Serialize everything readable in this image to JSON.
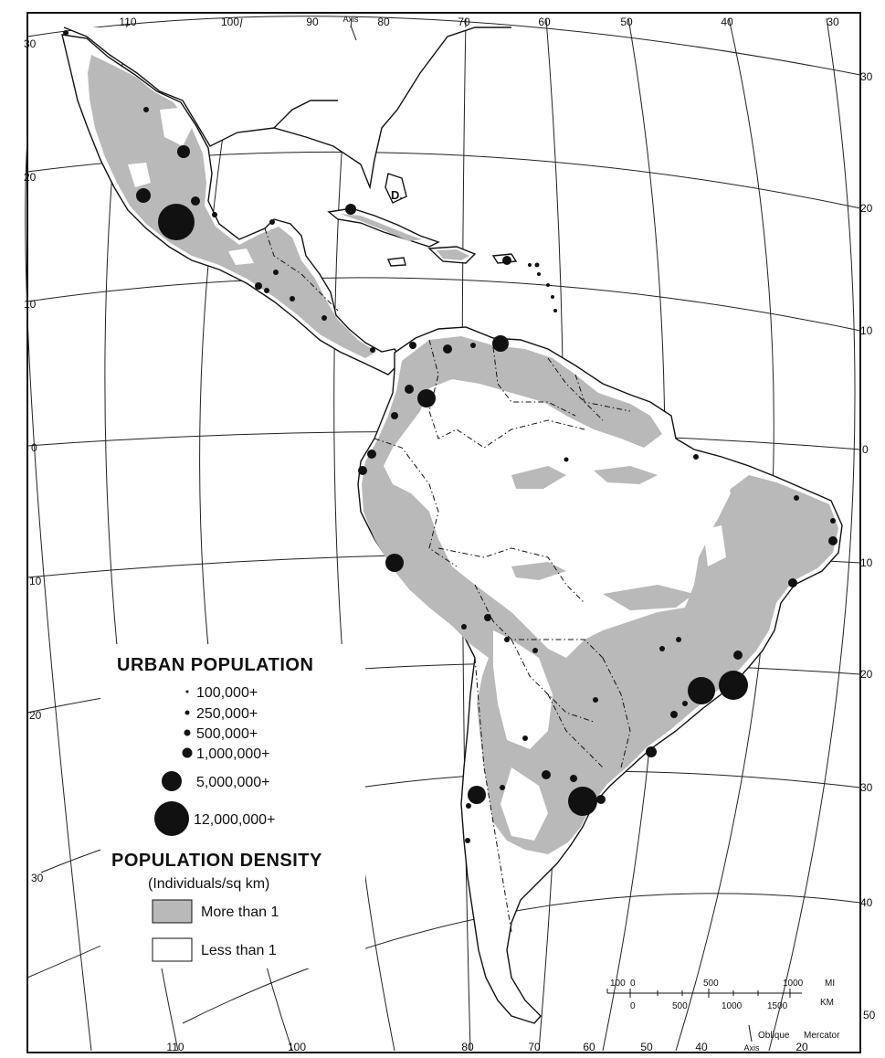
{
  "map": {
    "top_longitudes": [
      "110",
      "100",
      "90",
      "Axis",
      "80",
      "70",
      "60",
      "50",
      "40",
      "30"
    ],
    "bottom_longitudes": [
      "110",
      "100",
      "80",
      "70",
      "60",
      "50",
      "40",
      "Axis",
      "20"
    ],
    "left_latitudes": [
      "30",
      "20",
      "10",
      "0",
      "10",
      "20",
      "30"
    ],
    "right_latitudes": [
      "30",
      "20",
      "10",
      "0",
      "10",
      "20",
      "30",
      "40",
      "50"
    ],
    "projection_label": {
      "oblique": "Oblique",
      "mercator": "Mercator"
    },
    "island_label": "D."
  },
  "legend": {
    "urban_title": "URBAN POPULATION",
    "urban_items": [
      {
        "label": "100,000+"
      },
      {
        "label": "250,000+"
      },
      {
        "label": "500,000+"
      },
      {
        "label": "1,000,000+"
      },
      {
        "label": "5,000,000+"
      },
      {
        "label": "12,000,000+"
      }
    ],
    "density_title": "POPULATION DENSITY",
    "density_subtitle": "(Individuals/sq km)",
    "density_items": [
      {
        "label": "More than 1",
        "color": "#b9b9b9"
      },
      {
        "label": "Less than 1",
        "color": "#ffffff"
      }
    ]
  },
  "scale_bar": {
    "miles_label": "MI",
    "km_label": "KM",
    "miles_ticks": [
      "100",
      "0",
      "500",
      "1000"
    ],
    "km_ticks": [
      "0",
      "500",
      "1000",
      "1500"
    ]
  },
  "colors": {
    "dense_fill": "#b9b9b9",
    "ink": "#111111",
    "paper": "#ffffff"
  }
}
